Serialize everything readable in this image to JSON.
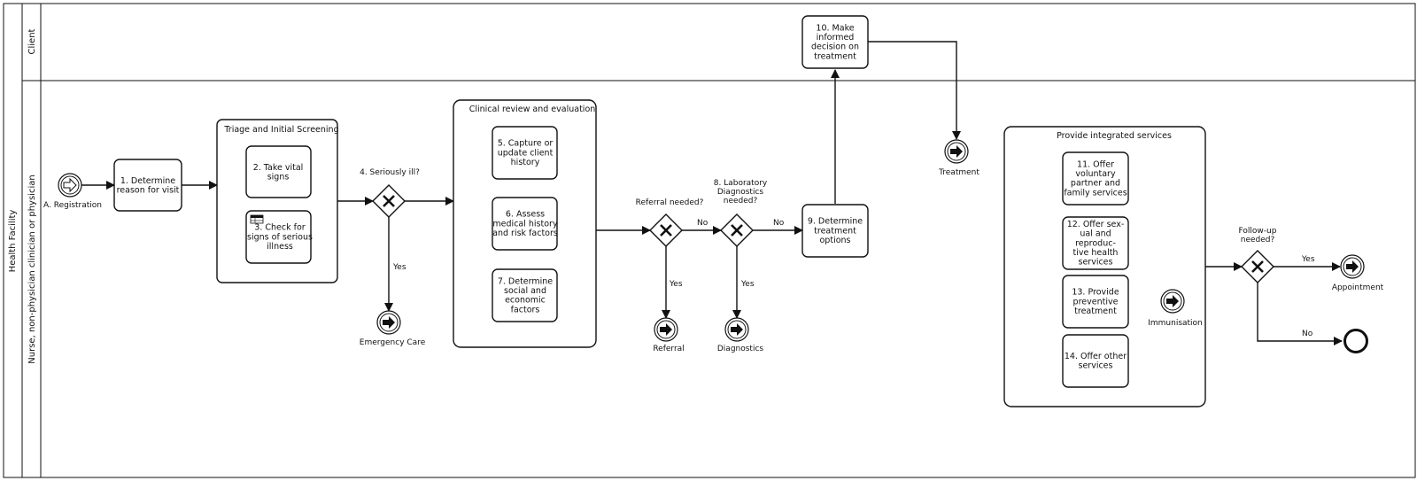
{
  "pool": {
    "label": "Health Facility"
  },
  "lanes": {
    "client": "Client",
    "staff": "Nurse, non-physician clinician or physician"
  },
  "subprocesses": {
    "triage": "Triage and Initial Screening",
    "clinical": "Clinical review and evaluation",
    "integrated": "Provide integrated services"
  },
  "tasks": {
    "t1": [
      "1. Determine",
      "reason for visit"
    ],
    "t2": [
      "2. Take vital",
      "signs"
    ],
    "t3": [
      "3. Check for",
      "signs of serious",
      "illness"
    ],
    "t5": [
      "5. Capture or",
      "update client",
      "history"
    ],
    "t6": [
      "6. Assess",
      "medical history",
      "and risk factors"
    ],
    "t7": [
      "7. Determine",
      "social and",
      "economic",
      "factors"
    ],
    "t9": [
      "9. Determine",
      "treatment",
      "options"
    ],
    "t10": [
      "10. Make",
      "informed",
      "decision on",
      "treatment"
    ],
    "t11": [
      "11. Offer",
      "voluntary",
      "partner and",
      "family services"
    ],
    "t12": [
      "12. Offer sex-",
      "ual and",
      "reproduc-",
      "tive health",
      "services"
    ],
    "t13": [
      "13. Provide",
      "preventive",
      "treatment"
    ],
    "t14": [
      "14. Offer other",
      "services"
    ]
  },
  "gateways": {
    "g4": "4. Seriously ill?",
    "g_ref": "Referral needed?",
    "g8": [
      "8. Laboratory",
      "Diagnostics",
      "needed?"
    ],
    "g_follow": [
      "Follow-up",
      "needed?"
    ]
  },
  "events": {
    "start": "A. Registration",
    "emergency": "Emergency Care",
    "referral": "Referral",
    "diagnostics": "Diagnostics",
    "treatment": "Treatment",
    "immunisation": "Immunisation",
    "appointment": "Appointment"
  },
  "flow_labels": {
    "yes": "Yes",
    "no": "No"
  }
}
